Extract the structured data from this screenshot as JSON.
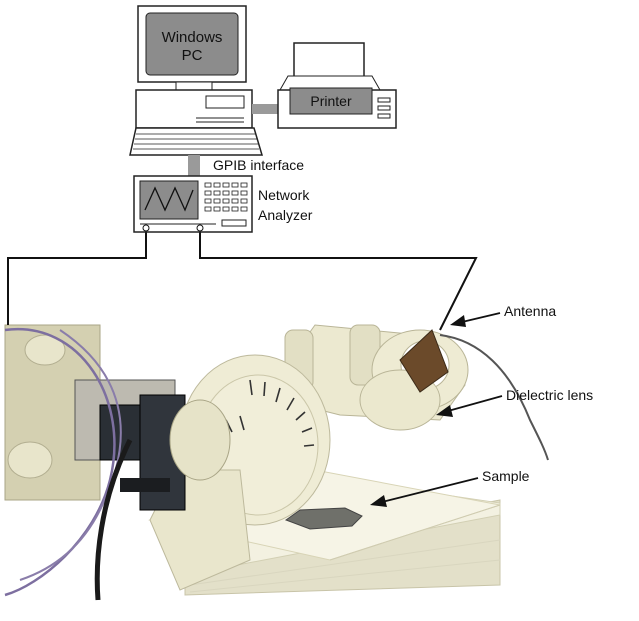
{
  "labels": {
    "pc_line1": "Windows",
    "pc_line2": "PC",
    "printer": "Printer",
    "gpib": "GPIB interface",
    "analyzer_line1": "Network",
    "analyzer_line2": "Analyzer",
    "antenna": "Antenna",
    "dielectric_lens": "Dielectric lens",
    "sample": "Sample"
  },
  "colors": {
    "device_fill": "#ffffff",
    "device_stroke": "#222222",
    "screen_fill": "#8c8c8c",
    "cable": "#111111",
    "gpib_link": "#9a9a9a",
    "fixture": "#ece9d0",
    "fixture_shade": "#d8d4b6",
    "foam": "#f1efde",
    "purple_cable": "#7d6fa0",
    "antenna_body": "#6b4a2a"
  },
  "icons": [
    "computer-icon",
    "printer-icon",
    "network-analyzer-icon",
    "antenna-icon",
    "dielectric-lens-icon",
    "sample-icon"
  ]
}
